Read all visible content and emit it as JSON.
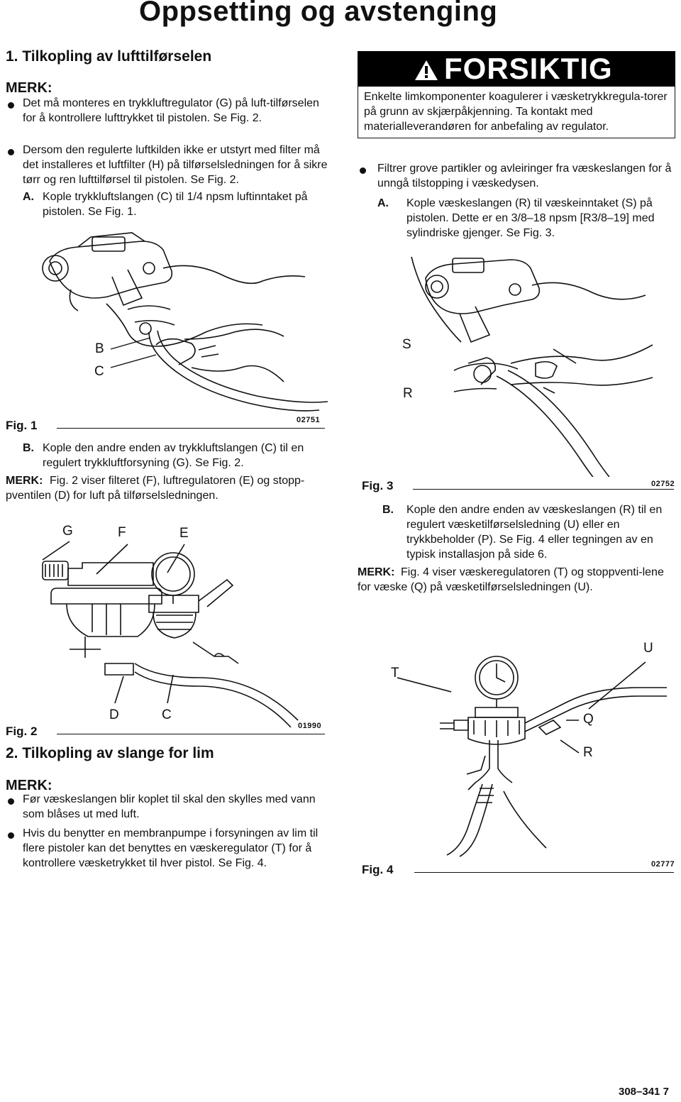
{
  "page": {
    "title": "Oppsetting og avstenging",
    "footer": "308–341  7"
  },
  "section1": {
    "heading": "1.  Tilkopling av lufttilførselen",
    "note_label": "MERK:",
    "bullets": [
      "Det må monteres en trykkluftregulator (G) på luft-tilførselen for å kontrollere lufttrykket til pistolen. Se Fig. 2.",
      "Dersom den regulerte luftkilden ikke er utstyrt med filter må det installeres et luftfilter (H) på tilførselsledningen for å sikre tørr og ren lufttilførsel til pistolen. Se Fig. 2."
    ],
    "step_a_letter": "A.",
    "step_a": "Kople trykkluftslangen (C) til 1/4 npsm luftinntaket på pistolen. Se Fig. 1.",
    "step_b_letter": "B.",
    "step_b": "Kople den andre enden av trykkluftslangen (C) til en regulert trykkluftforsyning (G). Se Fig. 2.",
    "note2_label": "MERK:",
    "note2": "Fig. 2 viser filteret (F), luftregulatoren (E) og stopp-pventilen (D) for luft på tilførselsledningen."
  },
  "fig1": {
    "label": "Fig. 1",
    "code": "02751",
    "callouts": [
      "B",
      "C"
    ]
  },
  "fig2": {
    "label": "Fig. 2",
    "code": "01990",
    "callouts": [
      "G",
      "F",
      "E",
      "D",
      "C"
    ]
  },
  "section2": {
    "heading": "2.  Tilkopling av slange for lim",
    "note_label": "MERK:",
    "bullets": [
      "Før væskeslangen blir koplet til skal den skylles med vann som blåses ut med luft.",
      "Hvis du benytter en membranpumpe i forsyningen av lim til flere pistoler kan det benyttes en væskeregulator (T) for å kontrollere væsketrykket til hver pistol. Se Fig. 4."
    ]
  },
  "caution": {
    "title": "FORSIKTIG",
    "text": "Enkelte limkomponenter koagulerer i væsketrykkregula-torer på grunn av skjærpåkjenning. Ta kontakt med materialleverandøren for anbefaling av regulator.",
    "icon": "warning-triangle-icon"
  },
  "right": {
    "bullet": "Filtrer grove partikler og avleiringer fra væskeslangen for å unngå tilstopping i væskedysen.",
    "step_a_letter": "A.",
    "step_a": "Kople væskeslangen (R) til væskeinntaket (S) på pistolen. Dette er en 3/8–18 npsm [R3/8–19] med sylindriske gjenger. Se Fig. 3.",
    "step_b_letter": "B.",
    "step_b": "Kople den andre enden av væskeslangen (R) til en regulert væsketilførselsledning (U) eller en trykkbeholder (P). Se Fig. 4 eller tegningen av en typisk installasjon på side 6.",
    "note_label": "MERK:",
    "note": "Fig. 4 viser væskeregulatoren (T) og stoppventi-lene for væske (Q) på væsketilførselsledningen (U)."
  },
  "fig3": {
    "label": "Fig. 3",
    "code": "02752",
    "callouts": [
      "S",
      "R"
    ]
  },
  "fig4": {
    "label": "Fig. 4",
    "code": "02777",
    "callouts": [
      "U",
      "T",
      "Q",
      "R"
    ]
  }
}
